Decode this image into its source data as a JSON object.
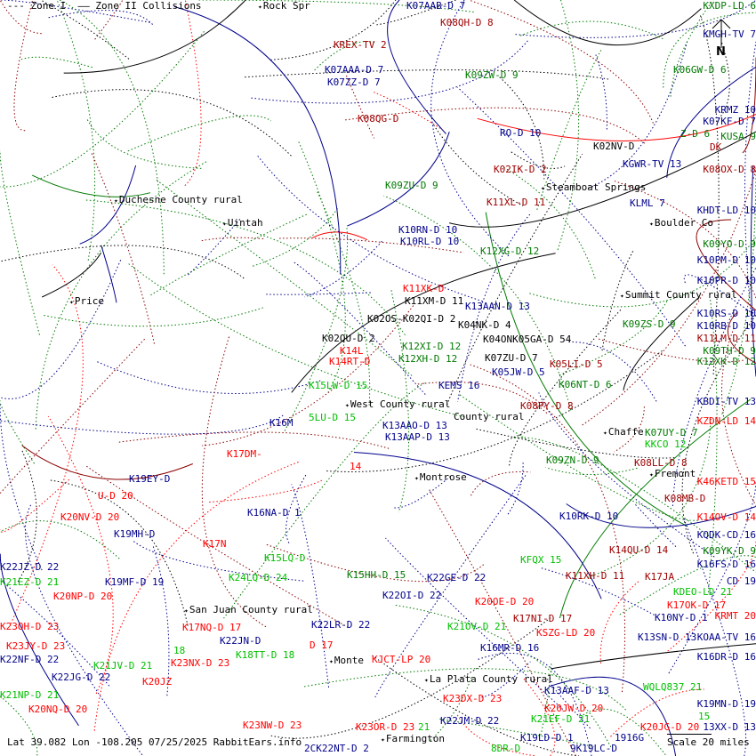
{
  "legend": {
    "zone1": "--- Zone I",
    "zone2": "—— Zone II Collisions"
  },
  "north_label": "N",
  "status": "Lat 39.082 Lon -108.205 07/25/2025 RabbitEars.info",
  "scale_label": "Scale 20 miles",
  "palette": {
    "navy": "#00008b",
    "red": "#ff0000",
    "darkred": "#a00000",
    "green": "#007a00",
    "lime": "#00c000",
    "black": "#000000"
  },
  "labels": [
    {
      "text": "Rock Spr",
      "color": "black",
      "place": true
    },
    {
      "text": "K07AAB-D 7",
      "color": "navy"
    },
    {
      "text": "K08QH-D 8",
      "color": "darkred"
    },
    {
      "text": "KXDP-LD 6",
      "color": "green"
    },
    {
      "text": "KMGH-TV 7",
      "color": "navy"
    },
    {
      "text": "K06GW-D 6",
      "color": "green"
    },
    {
      "text": "KREX-TV 2",
      "color": "darkred"
    },
    {
      "text": "K07AAA-D 7",
      "color": "navy"
    },
    {
      "text": "K07ZZ-D 7",
      "color": "navy"
    },
    {
      "text": "K09ZW-D 9",
      "color": "green"
    },
    {
      "text": "K08QG-D",
      "color": "darkred"
    },
    {
      "text": "KRMZ 10",
      "color": "navy"
    },
    {
      "text": "K07KF-D 7",
      "color": "navy"
    },
    {
      "text": "RO-D 10",
      "color": "navy"
    },
    {
      "text": "K02NV-D",
      "color": "black"
    },
    {
      "text": "KGWR-TV 13",
      "color": "navy"
    },
    {
      "text": "DK",
      "color": "darkred"
    },
    {
      "text": "KUSA 9",
      "color": "green"
    },
    {
      "text": "Z-D 6",
      "color": "green"
    },
    {
      "text": "K08OX-D 8",
      "color": "darkred"
    },
    {
      "text": "K02IK-D 2",
      "color": "darkred"
    },
    {
      "text": "Steamboat Springs",
      "color": "black",
      "place": true
    },
    {
      "text": "KLML 7",
      "color": "navy"
    },
    {
      "text": "K09ZU-D 9",
      "color": "green"
    },
    {
      "text": "K11XL-D 11",
      "color": "darkred"
    },
    {
      "text": "Duchesne County rural",
      "color": "black",
      "place": true
    },
    {
      "text": "KHDT-LD 10",
      "color": "navy"
    },
    {
      "text": "Uintah",
      "color": "black",
      "place": true
    },
    {
      "text": "Boulder Co",
      "color": "black",
      "place": true
    },
    {
      "text": "K09YO-D 9",
      "color": "green"
    },
    {
      "text": "K10RN-D 10",
      "color": "navy"
    },
    {
      "text": "K10RL-D 10",
      "color": "navy"
    },
    {
      "text": "K12XG-D 12",
      "color": "green"
    },
    {
      "text": "K10PM-D 10",
      "color": "navy"
    },
    {
      "text": "K10PR-D 10",
      "color": "navy"
    },
    {
      "text": "K11XK-D",
      "color": "red"
    },
    {
      "text": "K11XM-D 11",
      "color": "black"
    },
    {
      "text": "K13AAN-D 13",
      "color": "navy"
    },
    {
      "text": "K04NK-D 4",
      "color": "black"
    },
    {
      "text": "Price",
      "color": "black",
      "place": true
    },
    {
      "text": "Summit County rural",
      "color": "black",
      "place": true
    },
    {
      "text": "K10RS-D 10",
      "color": "navy"
    },
    {
      "text": "K02OS-K02QI-D 2",
      "color": "black"
    },
    {
      "text": "K02QU-D 2",
      "color": "black"
    },
    {
      "text": "K10RB-D 10",
      "color": "navy"
    },
    {
      "text": "K09ZS-D 9",
      "color": "green"
    },
    {
      "text": "K11LM-D 11",
      "color": "darkred"
    },
    {
      "text": "K14L",
      "color": "red"
    },
    {
      "text": "K04ONK05GA-D 54",
      "color": "black"
    },
    {
      "text": "K12XI-D 12",
      "color": "green"
    },
    {
      "text": "K09TH-D 9",
      "color": "green"
    },
    {
      "text": "K07ZU-D 7",
      "color": "black"
    },
    {
      "text": "K12XH-D 12",
      "color": "green"
    },
    {
      "text": "K12XK-D 12",
      "color": "green"
    },
    {
      "text": "K14RT-D",
      "color": "red"
    },
    {
      "text": "K05LI-D 5",
      "color": "darkred"
    },
    {
      "text": "K05JW-D 5",
      "color": "navy"
    },
    {
      "text": "K06NT-D 6",
      "color": "green"
    },
    {
      "text": "K15LW-D 15",
      "color": "lime"
    },
    {
      "text": "West County rural",
      "color": "black",
      "place": true
    },
    {
      "text": "KEMS 16",
      "color": "navy"
    },
    {
      "text": "K13AAO-D 13",
      "color": "navy"
    },
    {
      "text": "KBDI-TV 13",
      "color": "navy"
    },
    {
      "text": "K08PY-D 8",
      "color": "darkred"
    },
    {
      "text": "5LU-D 15",
      "color": "lime"
    },
    {
      "text": "K13AAP-D 13",
      "color": "navy"
    },
    {
      "text": "County rural",
      "color": "black"
    },
    {
      "text": "K16M",
      "color": "navy"
    },
    {
      "text": "Chaffe",
      "color": "black",
      "place": true
    },
    {
      "text": "K07UY-D 7",
      "color": "green"
    },
    {
      "text": "KZDN-LD 14",
      "color": "red"
    },
    {
      "text": "KKCO 12",
      "color": "lime"
    },
    {
      "text": "K09ZN-D 9",
      "color": "green"
    },
    {
      "text": "K08LL-D 8",
      "color": "darkred"
    },
    {
      "text": "K17DM-",
      "color": "red"
    },
    {
      "text": "14",
      "color": "red"
    },
    {
      "text": "Fremont",
      "color": "black",
      "place": true
    },
    {
      "text": "K46KETD 15",
      "color": "red"
    },
    {
      "text": "Montrose",
      "color": "black",
      "place": true
    },
    {
      "text": "K08MB-D",
      "color": "darkred"
    },
    {
      "text": "K14OV-D 14",
      "color": "red"
    },
    {
      "text": "U-D 20",
      "color": "red"
    },
    {
      "text": "K19EY-D",
      "color": "navy"
    },
    {
      "text": "K20NV-D 20",
      "color": "red"
    },
    {
      "text": "K19MH-D",
      "color": "navy"
    },
    {
      "text": "K16NA-D 1",
      "color": "navy"
    },
    {
      "text": "KQDK-CD 16",
      "color": "navy"
    },
    {
      "text": "K10RK-D 10",
      "color": "navy"
    },
    {
      "text": "K09YK-D 9",
      "color": "green"
    },
    {
      "text": "K17N",
      "color": "red"
    },
    {
      "text": "K15LQ-D",
      "color": "lime"
    },
    {
      "text": "KFQX 15",
      "color": "lime"
    },
    {
      "text": "K14QU-D 14",
      "color": "darkred"
    },
    {
      "text": "K16FS-D 16",
      "color": "navy"
    },
    {
      "text": "K22JZ-D 22",
      "color": "navy"
    },
    {
      "text": "K24LQ-D 24",
      "color": "lime"
    },
    {
      "text": "K15HH-D 15",
      "color": "green"
    },
    {
      "text": "K11XH-D 11",
      "color": "darkred"
    },
    {
      "text": "K17JA",
      "color": "darkred"
    },
    {
      "text": "KDEO-LD 21",
      "color": "lime"
    },
    {
      "text": "CD 19",
      "color": "navy"
    },
    {
      "text": "K21EZ-D 21",
      "color": "lime"
    },
    {
      "text": "K20NP-D 20",
      "color": "red"
    },
    {
      "text": "K19MF-D 19",
      "color": "navy"
    },
    {
      "text": "K22OI-D 22",
      "color": "navy"
    },
    {
      "text": "K17OK-D 17",
      "color": "red"
    },
    {
      "text": "K20OE-D 20",
      "color": "red"
    },
    {
      "text": "K10NY-D 1",
      "color": "navy"
    },
    {
      "text": "KRMT 20",
      "color": "red"
    },
    {
      "text": "San Juan County rural",
      "color": "black",
      "place": true
    },
    {
      "text": "K22LR-D 22",
      "color": "navy"
    },
    {
      "text": "K17NQ-D 17",
      "color": "red"
    },
    {
      "text": "K17NI-D 17",
      "color": "darkred"
    },
    {
      "text": "K21OV-D 21",
      "color": "lime"
    },
    {
      "text": "K13SN-D 13",
      "color": "navy"
    },
    {
      "text": "KOAA-TV 16",
      "color": "navy"
    },
    {
      "text": "KSZG-LD 20",
      "color": "red"
    },
    {
      "text": "K23OH-D 23",
      "color": "red"
    },
    {
      "text": "K23JY-D 23",
      "color": "red"
    },
    {
      "text": "D 17",
      "color": "red"
    },
    {
      "text": "K22JN-D",
      "color": "navy"
    },
    {
      "text": "K16MR-D 16",
      "color": "navy"
    },
    {
      "text": "K16DR-D 16",
      "color": "navy"
    },
    {
      "text": "K22NF-D 22",
      "color": "navy"
    },
    {
      "text": "18",
      "color": "lime"
    },
    {
      "text": "K22JG-D 22",
      "color": "navy"
    },
    {
      "text": "K18TT-D 18",
      "color": "lime"
    },
    {
      "text": "K21NP-D 21",
      "color": "lime"
    },
    {
      "text": "K20NQ-D 20",
      "color": "red"
    },
    {
      "text": "K21JV-D 21",
      "color": "lime"
    },
    {
      "text": "K20JZ",
      "color": "red"
    },
    {
      "text": "K23NX-D 23",
      "color": "red"
    },
    {
      "text": "Monte",
      "color": "black",
      "place": true
    },
    {
      "text": "KJCT-LP 20",
      "color": "red"
    },
    {
      "text": "La Plata County rural",
      "color": "black",
      "place": true
    },
    {
      "text": "K23DX-D 23",
      "color": "red"
    },
    {
      "text": "K13AAF-D 13",
      "color": "navy"
    },
    {
      "text": "WQLQ837 21",
      "color": "lime"
    },
    {
      "text": "K19MN-D 19",
      "color": "navy"
    },
    {
      "text": "K20JW-D 20",
      "color": "red"
    },
    {
      "text": "K21EF-D 21",
      "color": "lime"
    },
    {
      "text": "K22JM-D 22",
      "color": "navy"
    },
    {
      "text": "K23NW-D 23",
      "color": "red"
    },
    {
      "text": "Farmington",
      "color": "black",
      "place": true
    },
    {
      "text": "2CK22NT-D 2",
      "color": "navy"
    },
    {
      "text": "K23OR-D 23",
      "color": "red"
    },
    {
      "text": "21",
      "color": "lime"
    },
    {
      "text": "K22GE-D 22",
      "color": "navy"
    },
    {
      "text": "8DR-D",
      "color": "lime"
    },
    {
      "text": "K19LD-D 1",
      "color": "navy"
    },
    {
      "text": "9K19LC-D",
      "color": "navy"
    },
    {
      "text": "1916G",
      "color": "navy"
    },
    {
      "text": "K20JG-D 20",
      "color": "red"
    },
    {
      "text": "15",
      "color": "lime"
    },
    {
      "text": "13XX-D 13",
      "color": "navy"
    }
  ]
}
